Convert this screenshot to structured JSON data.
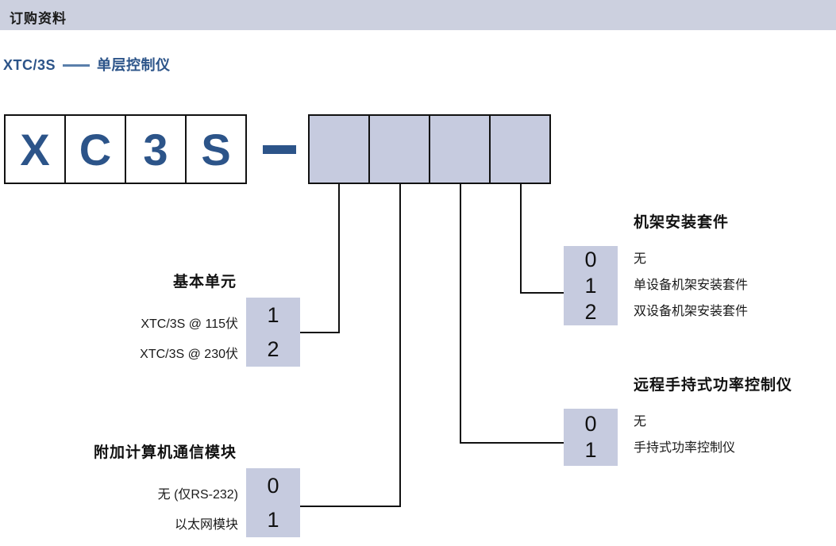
{
  "header": {
    "title": "订购资料"
  },
  "subtitle": {
    "model": "XTC/3S",
    "description": "单层控制仪"
  },
  "code_row": {
    "fixed_chars": [
      "X",
      "C",
      "3",
      "S"
    ],
    "separator": "–",
    "variable_slots": [
      "",
      "",
      "",
      ""
    ]
  },
  "groups": {
    "basic_unit": {
      "heading": "基本单元",
      "options": [
        {
          "label": "XTC/3S @ 115伏",
          "code": "1"
        },
        {
          "label": "XTC/3S @ 230伏",
          "code": "2"
        }
      ]
    },
    "comm_module": {
      "heading": "附加计算机通信模块",
      "options": [
        {
          "label": "无 (仅RS-232)",
          "code": "0"
        },
        {
          "label": "以太网模块",
          "code": "1"
        }
      ]
    },
    "rack_kit": {
      "heading": "机架安装套件",
      "options": [
        {
          "label": "无",
          "code": "0"
        },
        {
          "label": "单设备机架安装套件",
          "code": "1"
        },
        {
          "label": "双设备机架安装套件",
          "code": "2"
        }
      ]
    },
    "handheld_power": {
      "heading": "远程手持式功率控制仪",
      "options": [
        {
          "label": "无",
          "code": "0"
        },
        {
          "label": "手持式功率控制仪",
          "code": "1"
        }
      ]
    }
  },
  "colors": {
    "header_bar": "#ccd0df",
    "accent_blue": "#2c5489",
    "box_fill": "#c6cbdf",
    "line": "#111111"
  }
}
